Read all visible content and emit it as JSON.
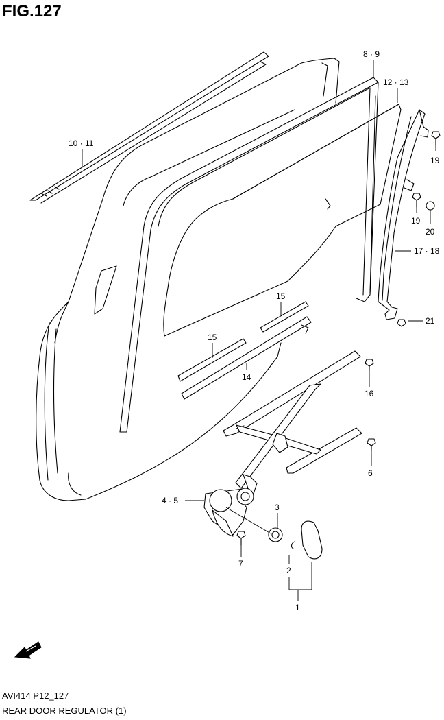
{
  "figure": {
    "title": "FIG.127",
    "code": "AVI414 P12_127",
    "name": "REAR DOOR REGULATOR (1)"
  },
  "callouts": {
    "c_8_9": "8 · 9",
    "c_12_13": "12 · 13",
    "c_10_11": "10 · 11",
    "c_19a": "19",
    "c_19b": "19",
    "c_20": "20",
    "c_17_18": "17 · 18",
    "c_21": "21",
    "c_15a": "15",
    "c_15b": "15",
    "c_14": "14",
    "c_16": "16",
    "c_6": "6",
    "c_4_5": "4 · 5",
    "c_3": "3",
    "c_7": "7",
    "c_2": "2",
    "c_1": "1"
  },
  "icons": {
    "direction": "fwd-arrow-icon"
  }
}
